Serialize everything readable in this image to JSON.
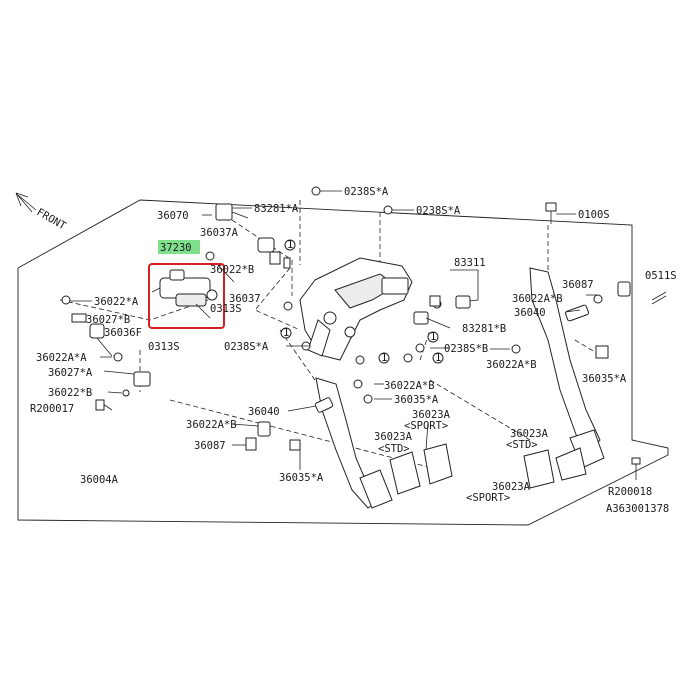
{
  "diagram": {
    "front_label": "FRONT",
    "figure_code": "A363001378",
    "highlight_color": "#7ee08a",
    "callout_box_color": "#d42020",
    "highlight_part": "37230",
    "labels": {
      "l_0238s_a_top": "0238S*A",
      "l_0238s_a_mid": "0238S*A",
      "l_0100s": "0100S",
      "l_36070": "36070",
      "l_83281_a": "83281*A",
      "l_36037a": "36037A",
      "l_37230": "37230",
      "l_36022_b_a": "36022*B",
      "l_36037": "36037",
      "l_0313s_a": "0313S",
      "l_36022_a": "36022*A",
      "l_36027_b": "36027*B",
      "l_36036f": "36036F",
      "l_0313s_b": "0313S",
      "l_36022a_a": "36022A*A",
      "l_36027_a": "36027*A",
      "l_36022_b_b": "36022*B",
      "l_r200017": "R200017",
      "l_36004a": "36004A",
      "l_83311": "83311",
      "l_36087_r": "36087",
      "l_0511s": "0511S",
      "l_36022a_b_r": "36022A*B",
      "l_36040_r": "36040",
      "l_83281_b": "83281*B",
      "l_0238s_a_l": "0238S*A",
      "l_0238s_b": "0238S*B",
      "l_36022a_b_r2": "36022A*B",
      "l_36035_a_r": "36035*A",
      "l_36022a_b_m": "36022A*B",
      "l_36035_a_m": "36035*A",
      "l_36040_l": "36040",
      "l_36023a_sport": "36023A",
      "l_sport_1": "<SPORT>",
      "l_36022a_b_l": "36022A*B",
      "l_36023a_std": "36023A",
      "l_std_1": "<STD>",
      "l_36087_l": "36087",
      "l_36035_a_l": "36035*A",
      "l_36023a_std_r": "36023A",
      "l_std_2": "<STD>",
      "l_36023a_sport_r": "36023A",
      "l_sport_2": "<SPORT>",
      "l_r200018": "R200018"
    }
  }
}
